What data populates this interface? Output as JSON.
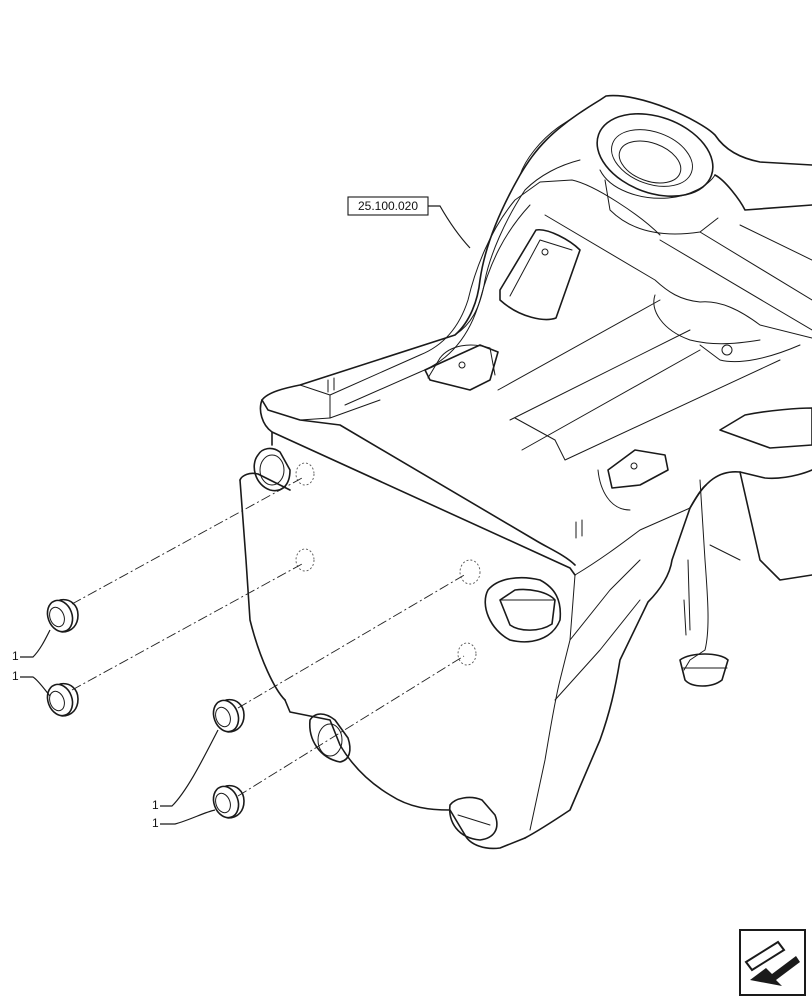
{
  "reference_label": "25.100.020",
  "callouts": [
    "1",
    "1",
    "1",
    "1"
  ],
  "icons": {
    "corner": "nav-arrow-icon"
  }
}
